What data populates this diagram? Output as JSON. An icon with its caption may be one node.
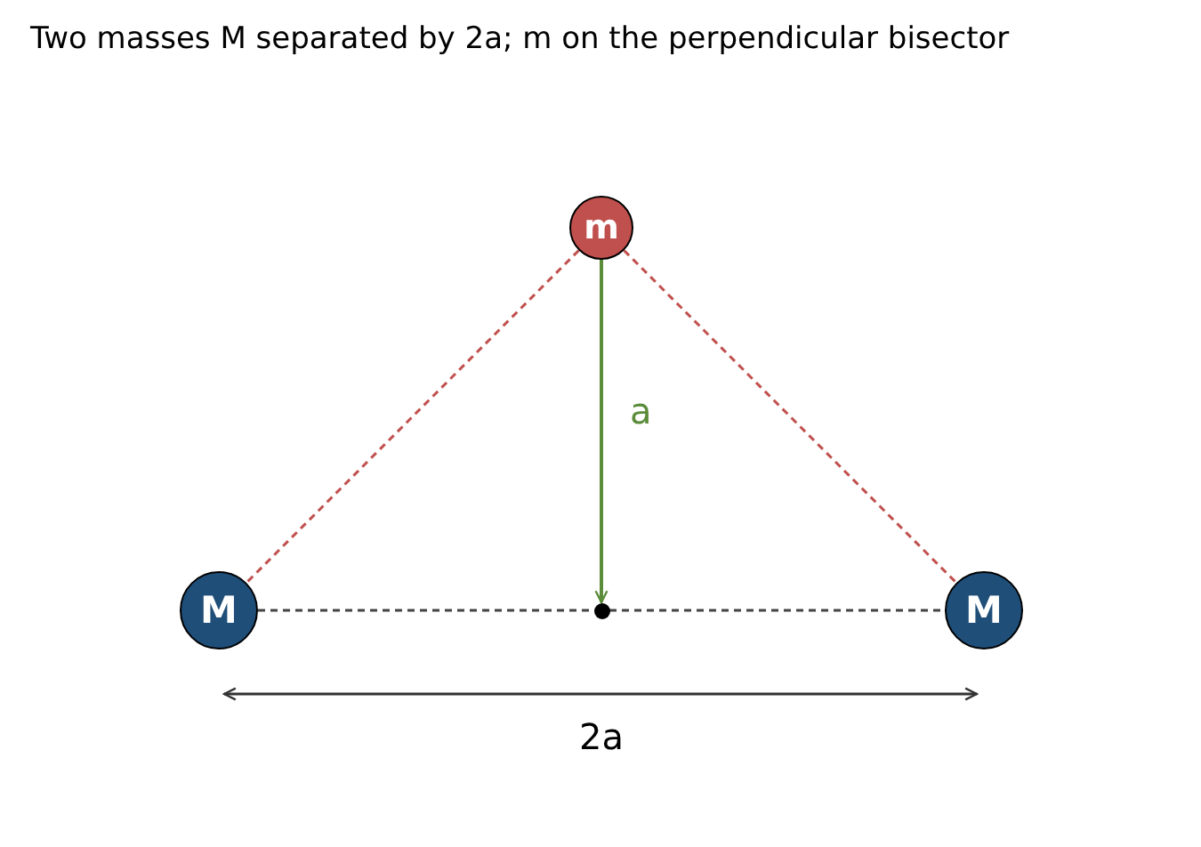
{
  "diagram": {
    "title": "Two masses M separated by 2a; m on the perpendicular bisector",
    "nodes": [
      {
        "text": [
          "m"
        ]
      },
      {
        "text": [
          "M"
        ]
      },
      {
        "text": [
          "M"
        ]
      },
      {
        "text": [],
        "shape": "circle"
      }
    ],
    "edges": [
      {
        "from": 0,
        "to": 3,
        "arrow": "to",
        "label": "a",
        "color": "#5b8c3a"
      },
      {
        "from": 0,
        "to": 1,
        "arrow": "none",
        "style": "dashed",
        "color": "#c0504d"
      },
      {
        "from": 0,
        "to": 2,
        "arrow": "none",
        "style": "dashed",
        "color": "#c0504d"
      },
      {
        "from": 1,
        "to": 3,
        "arrow": "none",
        "style": "dashed",
        "color": "#444444"
      },
      {
        "from": 3,
        "to": 2,
        "arrow": "none",
        "style": "dashed",
        "color": "#444444"
      }
    ],
    "labels": [
      "2a"
    ]
  }
}
